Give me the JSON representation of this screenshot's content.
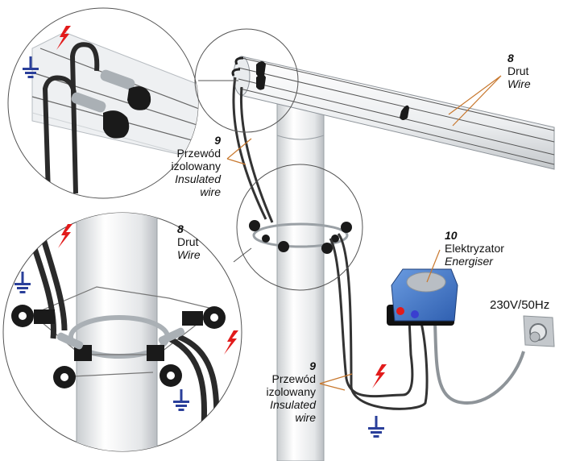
{
  "title": "Electric fence wiring diagram on pole with insulators",
  "labels": {
    "wire_top": {
      "number": "8",
      "pl": "Drut",
      "en": "Wire"
    },
    "wire_detail": {
      "number": "8",
      "pl": "Drut",
      "en": "Wire"
    },
    "insulated_upper": {
      "number": "9",
      "pl1": "Przewód",
      "pl2": "izolowany",
      "en1": "Insulated",
      "en2": "wire"
    },
    "insulated_lower": {
      "number": "9",
      "pl1": "Przewód",
      "pl2": "izolowany",
      "en1": "Insulated",
      "en2": "wire"
    },
    "energiser": {
      "number": "10",
      "pl": "Elektryzator",
      "en": "Energiser"
    },
    "mains": "230V/50Hz"
  },
  "icons": {
    "live": "lightning-bolt-icon",
    "earth": "ground-symbol-icon",
    "outlet": "wall-socket-icon"
  },
  "colors": {
    "live": "#e21b1b",
    "earth": "#2a3f9a",
    "leader": "#c8782e",
    "energiser_body": "#4a7fd0",
    "pole": "#eef0f1",
    "insulator": "#1a1a1a"
  }
}
